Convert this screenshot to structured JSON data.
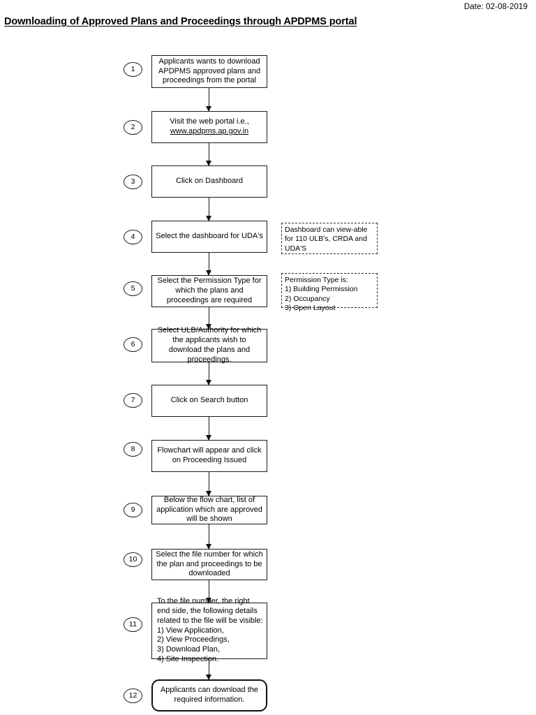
{
  "document": {
    "date_label": "Date: 02-08-2019",
    "title": "Downloading of Approved Plans and Proceedings through APDPMS portal"
  },
  "flowchart": {
    "type": "flowchart",
    "orientation": "vertical",
    "steps": [
      {
        "number": "1",
        "shape": "process",
        "align": "center",
        "text": "Applicants wants to download APDPMS approved  plans and proceedings from the portal"
      },
      {
        "number": "2",
        "shape": "process",
        "align": "center",
        "text": "Visit the web portal i.e.,",
        "link_text": "www.apdpms.ap.gov.in"
      },
      {
        "number": "3",
        "shape": "process",
        "align": "center",
        "text": "Click on Dashboard"
      },
      {
        "number": "4",
        "shape": "process",
        "align": "center",
        "text": "Select the dashboard for UDA's"
      },
      {
        "number": "5",
        "shape": "process",
        "align": "center",
        "text": "Select the Permission Type for which the plans and proceedings are required"
      },
      {
        "number": "6",
        "shape": "process",
        "align": "center",
        "text": "Select ULB/Authority for which the applicants wish to download the plans and proceedings."
      },
      {
        "number": "7",
        "shape": "process",
        "align": "center",
        "text": "Click on Search button"
      },
      {
        "number": "8",
        "shape": "process",
        "align": "center",
        "text": "Flowchart will appear and click on Proceeding Issued"
      },
      {
        "number": "9",
        "shape": "process",
        "align": "center",
        "text": "Below the flow chart, list of application which are approved will be shown"
      },
      {
        "number": "10",
        "shape": "process",
        "align": "center",
        "text": "Select the file number for which the plan and proceedings to be downloaded"
      },
      {
        "number": "11",
        "shape": "process",
        "align": "left",
        "text": "To the file number, the right end side, the following details related to the file will be visible:\n1) View Application,\n 2) View Proceedings,\n3) Download Plan,\n 4) Site Inspection."
      },
      {
        "number": "12",
        "shape": "terminator",
        "align": "center",
        "text": "Applicants can download the required information."
      }
    ],
    "notes": [
      {
        "attached_to_step": "4",
        "text": "Dashboard can view-able for 110 ULB's, CRDA and UDA'S"
      },
      {
        "attached_to_step": "5",
        "text": "Permission Type is:\n1) Building Permission\n2) Occupancy\n3) Open Layout"
      }
    ]
  }
}
